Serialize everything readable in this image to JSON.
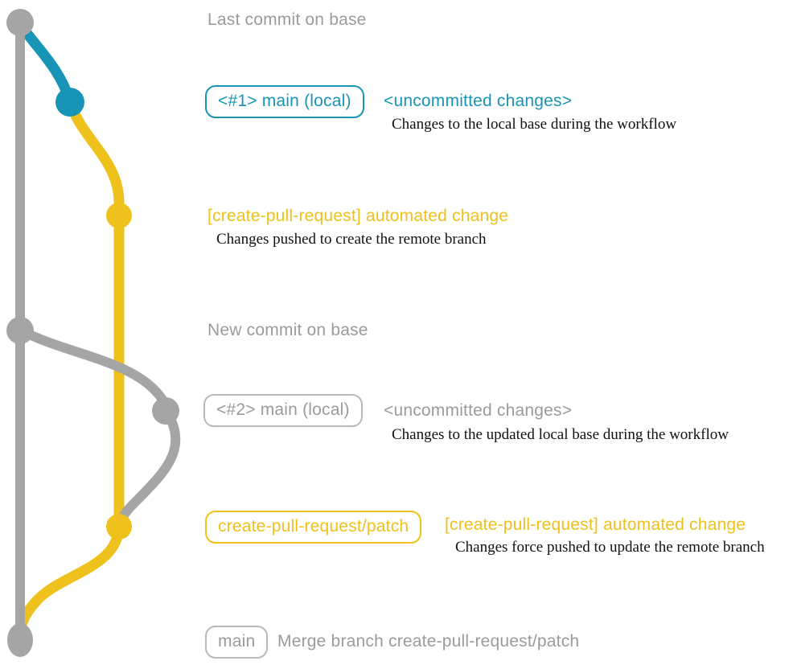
{
  "colors": {
    "teal": "#1894b6",
    "gold": "#eec11c",
    "gray_line": "#a5a5a5",
    "gray_text": "#9b9b9b",
    "desc_text": "#111111"
  },
  "graph": {
    "branches": [
      {
        "name": "base",
        "color": "gray"
      },
      {
        "name": "main-local",
        "color": "teal then gold"
      },
      {
        "name": "create-pull-request/patch",
        "color": "gold"
      }
    ],
    "commits": [
      {
        "name": "last-commit-on-base",
        "color": "gray"
      },
      {
        "name": "main-local-1",
        "color": "teal"
      },
      {
        "name": "automated-change-1",
        "color": "gold"
      },
      {
        "name": "new-commit-on-base",
        "color": "gray"
      },
      {
        "name": "main-local-2",
        "color": "gray"
      },
      {
        "name": "automated-change-2",
        "color": "gold"
      },
      {
        "name": "merge-commit",
        "color": "gray"
      }
    ]
  },
  "annotations": {
    "row1": {
      "text": "Last commit on base"
    },
    "row2": {
      "badge": "<#1> main (local)",
      "title": "<uncommitted changes>",
      "description": "Changes to the local base during the workflow"
    },
    "row3": {
      "title": "[create-pull-request] automated change",
      "description": "Changes pushed to create the remote branch"
    },
    "row4": {
      "text": "New commit on base"
    },
    "row5": {
      "badge": "<#2> main (local)",
      "title": "<uncommitted changes>",
      "description": "Changes to the updated local base during the workflow"
    },
    "row6": {
      "badge": "create-pull-request/patch",
      "title": "[create-pull-request] automated change",
      "description": "Changes force pushed to update the remote branch"
    },
    "row7": {
      "badge": "main",
      "text": "Merge branch create-pull-request/patch"
    }
  }
}
